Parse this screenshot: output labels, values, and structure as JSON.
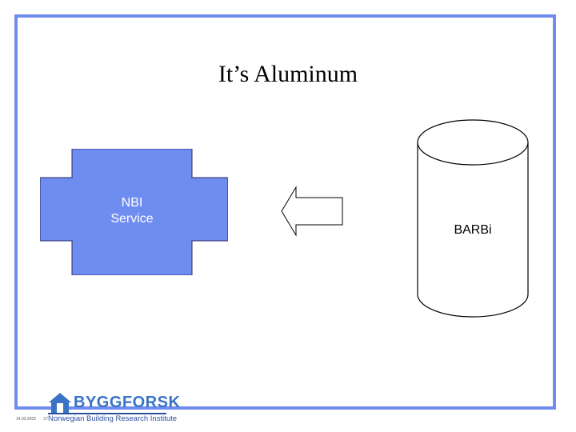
{
  "slide": {
    "title": "It’s Aluminum",
    "colors": {
      "border": "#6f8cf0",
      "service_fill": "#6f8cf0",
      "logo": "#3a73c4"
    }
  },
  "diagram": {
    "service": {
      "line1": "NBI",
      "line2": "Service"
    },
    "arrow": {
      "direction": "left"
    },
    "database": {
      "label": "BARBi",
      "shape": "cylinder"
    }
  },
  "footer": {
    "date": "14.03.2002",
    "page": "27",
    "logo_word": "BYGGFORSK",
    "logo_subtitle": "Norwegian Building Research Institute",
    "logo_icon": "house-icon"
  }
}
